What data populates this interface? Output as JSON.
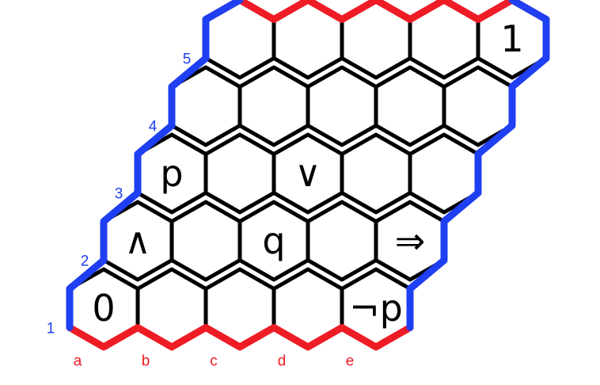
{
  "colors": {
    "red_edge": "#ee1c25",
    "blue_edge": "#1f3ff2",
    "cell_stroke": "#000000"
  },
  "board": {
    "columns": 5,
    "rows": 5
  },
  "column_labels": [
    "a",
    "b",
    "c",
    "d",
    "e"
  ],
  "row_labels": [
    "1",
    "2",
    "3",
    "4",
    "5"
  ],
  "symbols": [
    {
      "col": 0,
      "row": 0,
      "text": "0"
    },
    {
      "col": 0,
      "row": 1,
      "text": "∧"
    },
    {
      "col": 0,
      "row": 2,
      "text": "p"
    },
    {
      "col": 2,
      "row": 1,
      "text": "q"
    },
    {
      "col": 2,
      "row": 2,
      "text": "∨"
    },
    {
      "col": 4,
      "row": 0,
      "text": "¬p"
    },
    {
      "col": 4,
      "row": 1,
      "text": "⇒"
    },
    {
      "col": 4,
      "row": 4,
      "text": "1"
    }
  ]
}
